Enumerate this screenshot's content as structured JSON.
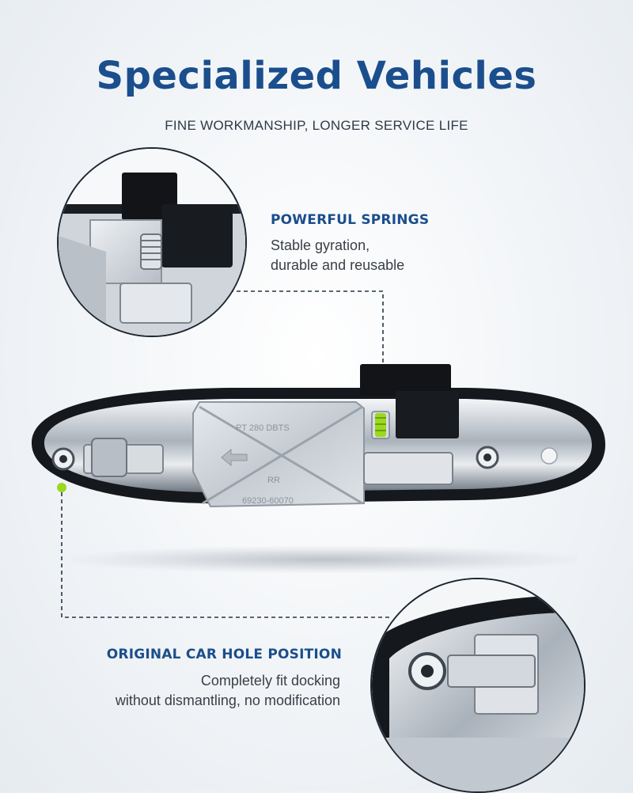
{
  "header": {
    "title": "Specialized Vehicles",
    "subtitle": "FINE WORKMANSHIP, LONGER SERVICE LIFE"
  },
  "features": [
    {
      "title": "POWERFUL SPRINGS",
      "description_lines": [
        "Stable gyration,",
        "durable and reusable"
      ]
    },
    {
      "title": "ORIGINAL CAR HOLE POSITION",
      "description_lines": [
        "Completely fit docking",
        "without dismantling, no modification"
      ]
    }
  ],
  "product_markings": {
    "part_code": "PT 280 DBTS",
    "side": "RR",
    "part_number": "69230-60070"
  },
  "colors": {
    "title_blue": "#1b4e8c",
    "text_dark": "#3a3f47",
    "highlight_green": "#9bd81e",
    "chrome": "#c9ced4",
    "gasket_black": "#15181c"
  }
}
